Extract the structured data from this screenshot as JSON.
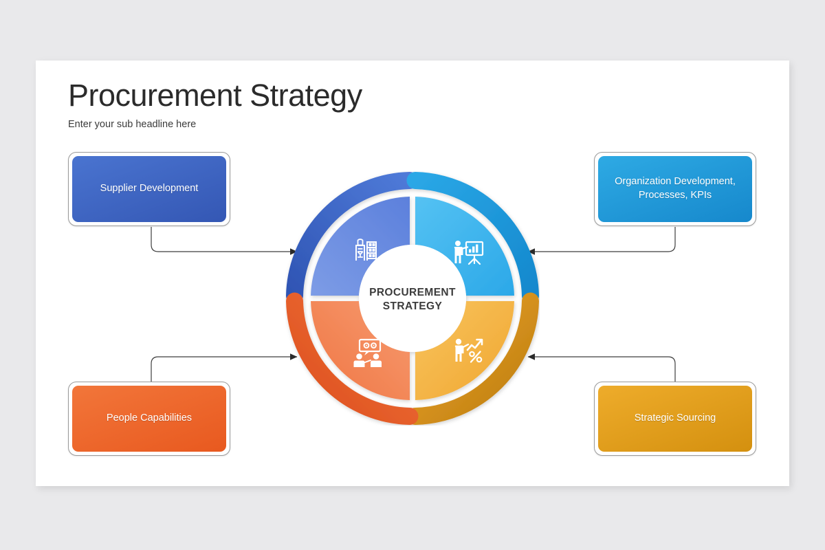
{
  "slide": {
    "title": "Procurement Strategy",
    "subtitle": "Enter your sub headline here",
    "background_color": "#e9e9eb",
    "card_color": "#ffffff"
  },
  "hub": {
    "line1": "PROCUREMENT",
    "line2": "STRATEGY",
    "text_color": "#3c3c3c",
    "fill": "#ffffff"
  },
  "boxes": [
    {
      "id": "supplier-development",
      "label": "Supplier Development",
      "position": "top-left",
      "color": "#3d63c6",
      "gradient_from": "#4a74d0",
      "gradient_to": "#3457b4"
    },
    {
      "id": "organization-development",
      "label_line1": "Organization Development,",
      "label_line2": "Processes, KPIs",
      "position": "top-right",
      "color": "#1f95d6",
      "gradient_from": "#2eaae4",
      "gradient_to": "#1688cc"
    },
    {
      "id": "people-capabilities",
      "label": "People Capabilities",
      "position": "bottom-left",
      "color": "#ee6630",
      "gradient_from": "#f2763a",
      "gradient_to": "#e8591f"
    },
    {
      "id": "strategic-sourcing",
      "label": "Strategic Sourcing",
      "position": "bottom-right",
      "color": "#e09e1d",
      "gradient_from": "#eeac2b",
      "gradient_to": "#d4900f"
    }
  ],
  "chart_data": {
    "type": "pie",
    "title": "Procurement Strategy",
    "center_label": "PROCUREMENT STRATEGY",
    "legend": "none",
    "segments": [
      {
        "name": "Supplier Development",
        "quadrant": "top-left",
        "value": 25,
        "inner_color": "#6d8fe0",
        "outer_color": "#3f68c9",
        "icon": "warehouse-shelving-icon"
      },
      {
        "name": "Organization Development, Processes, KPIs",
        "quadrant": "top-right",
        "value": 25,
        "inner_color": "#42b6ee",
        "outer_color": "#1f9ada",
        "icon": "presenter-chart-easel-icon"
      },
      {
        "name": "People Capabilities",
        "quadrant": "bottom-left",
        "value": 25,
        "inner_color": "#f48a5c",
        "outer_color": "#e8632a",
        "icon": "people-collaboration-gears-icon"
      },
      {
        "name": "Strategic Sourcing",
        "quadrant": "bottom-right",
        "value": 25,
        "inner_color": "#f6b94a",
        "outer_color": "#e49c1e",
        "icon": "person-growth-percent-icon"
      }
    ]
  },
  "connectors": [
    {
      "id": "supplier-to-wheel",
      "from": "supplier-development",
      "to": "wheel-top-left",
      "direction": "right"
    },
    {
      "id": "orgdev-to-wheel",
      "from": "organization-development",
      "to": "wheel-top-right",
      "direction": "left"
    },
    {
      "id": "people-to-wheel",
      "from": "people-capabilities",
      "to": "wheel-bottom-left",
      "direction": "right"
    },
    {
      "id": "sourcing-to-wheel",
      "from": "strategic-sourcing",
      "to": "wheel-bottom-right",
      "direction": "left"
    }
  ]
}
